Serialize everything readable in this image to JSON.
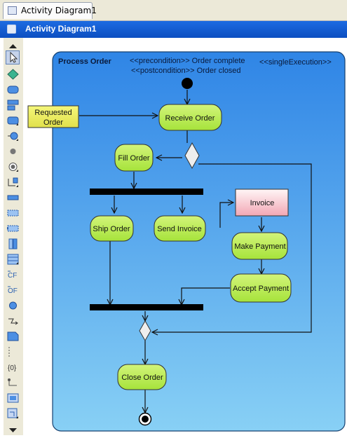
{
  "tab": {
    "label": "Activity Diagram1"
  },
  "window": {
    "title": "Activity Diagram1"
  },
  "toolbar": {
    "tools": [
      {
        "name": "scroll-up-icon"
      },
      {
        "name": "selector-icon"
      },
      {
        "name": "diamond-icon"
      },
      {
        "name": "action-icon"
      },
      {
        "name": "send-signal-icon"
      },
      {
        "name": "receive-signal-icon"
      },
      {
        "name": "control-flow-icon"
      },
      {
        "name": "initial-node-icon"
      },
      {
        "name": "final-node-icon"
      },
      {
        "name": "object-flow-icon"
      },
      {
        "name": "fork-icon"
      },
      {
        "name": "region-icon"
      },
      {
        "name": "expansion-region-icon"
      },
      {
        "name": "partition-icon"
      },
      {
        "name": "swimlane-icon"
      },
      {
        "name": "conditional-icon"
      },
      {
        "name": "loop-icon"
      },
      {
        "name": "decision-icon"
      },
      {
        "name": "exception-icon"
      },
      {
        "name": "note-icon"
      },
      {
        "name": "dashed-line-icon"
      },
      {
        "name": "constraint-icon"
      },
      {
        "name": "anchor-icon"
      },
      {
        "name": "model-icon"
      },
      {
        "name": "activity-icon"
      },
      {
        "name": "scroll-down-icon"
      }
    ]
  },
  "diagram": {
    "activity_name": "Process Order",
    "precondition": "<<precondition>> Order complete",
    "postcondition": "<<postcondition>> Order closed",
    "execution": "<<singleExecution>>",
    "input_object": {
      "line1": "Requested",
      "line2": "Order"
    },
    "actions": {
      "receive_order": "Receive Order",
      "fill_order": "Fill Order",
      "ship_order": "Ship Order",
      "send_invoice": "Send Invoice",
      "make_payment": "Make Payment",
      "accept_payment": "Accept Payment",
      "close_order": "Close Order"
    },
    "object_node": "Invoice"
  }
}
